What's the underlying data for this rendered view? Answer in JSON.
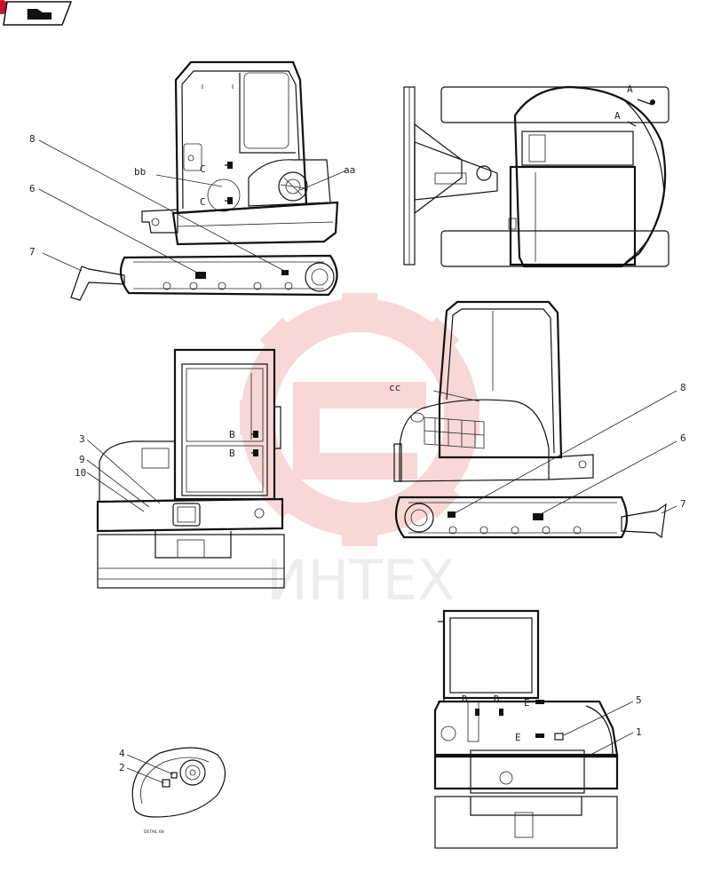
{
  "watermark": {
    "text": "ИНТЕХ"
  },
  "callouts": {
    "n8_top": "8",
    "n6_top": "6",
    "n7_top": "7",
    "bb": "bb",
    "aa": "aa",
    "C1": "C",
    "C2": "C",
    "A1": "A",
    "A2": "A",
    "n3": "3",
    "n9": "9",
    "n10": "10",
    "B1": "B",
    "B2": "B",
    "cc": "cc",
    "n8_right": "8",
    "n6_right": "6",
    "n7_right": "7",
    "n5": "5",
    "n1": "1",
    "D1": "D",
    "D2": "D",
    "E1": "E",
    "E2": "E",
    "n4": "4",
    "n2": "2"
  },
  "detail": {
    "caption": "DETAIL 68"
  }
}
